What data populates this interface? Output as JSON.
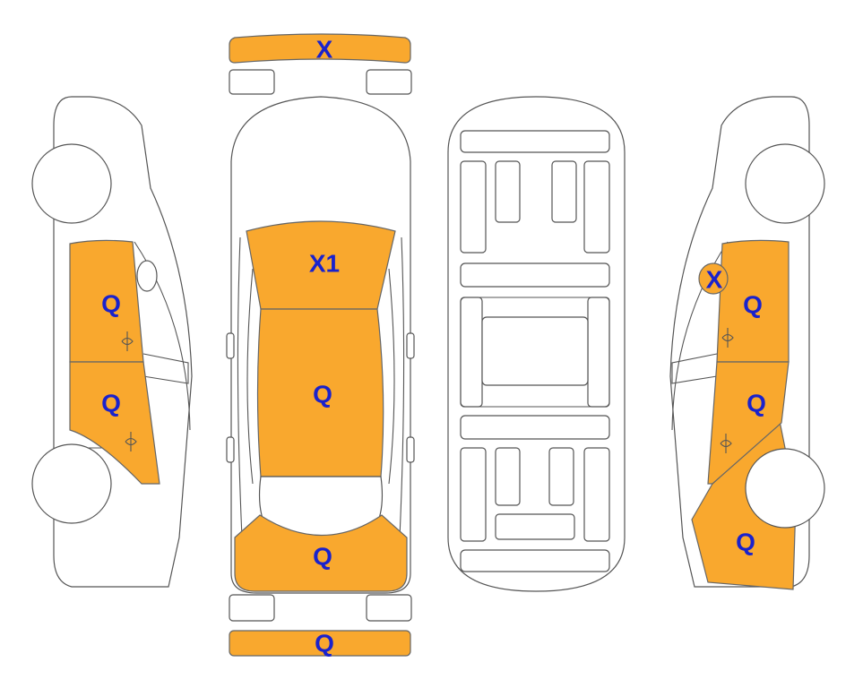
{
  "colors": {
    "damaged": "#F9A82E",
    "label": "#1A22CC",
    "outline": "#555555",
    "background": "#FFFFFF"
  },
  "labels": {
    "front_bumper": "X",
    "hood": "X1",
    "roof": "Q",
    "trunk": "Q",
    "rear_bumper": "Q",
    "left_front_door": "Q",
    "left_rear_door": "Q",
    "right_mirror_pillar": "X",
    "right_front_door": "Q",
    "right_rear_door": "Q",
    "right_rear_quarter": "Q"
  }
}
